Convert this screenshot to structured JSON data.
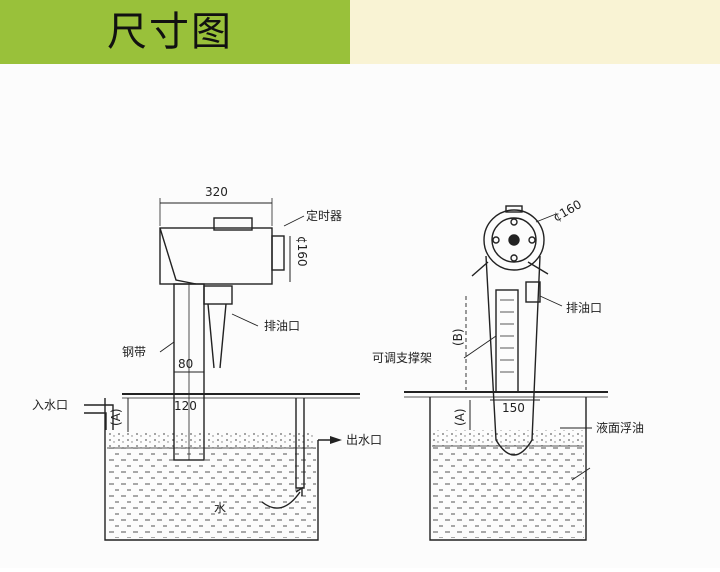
{
  "header": {
    "title": "尺寸图",
    "title_bg": "#99c13a",
    "fill_bg": "#f9f3d4"
  },
  "left_diagram": {
    "dim_width": "320",
    "dim_diameter": "¢160",
    "label_timer": "定时器",
    "label_drain": "排油口",
    "label_belt": "钢带",
    "dim_80": "80",
    "dim_120": "120",
    "dim_a": "(A)",
    "label_inlet": "入水口",
    "label_outlet": "出水口",
    "label_water": "水"
  },
  "right_diagram": {
    "dim_diameter": "¢160",
    "label_drain": "排油口",
    "dim_b": "(B)",
    "label_support": "可调支撑架",
    "dim_a": "(A)",
    "dim_150": "150",
    "label_oil": "液面浮油"
  }
}
